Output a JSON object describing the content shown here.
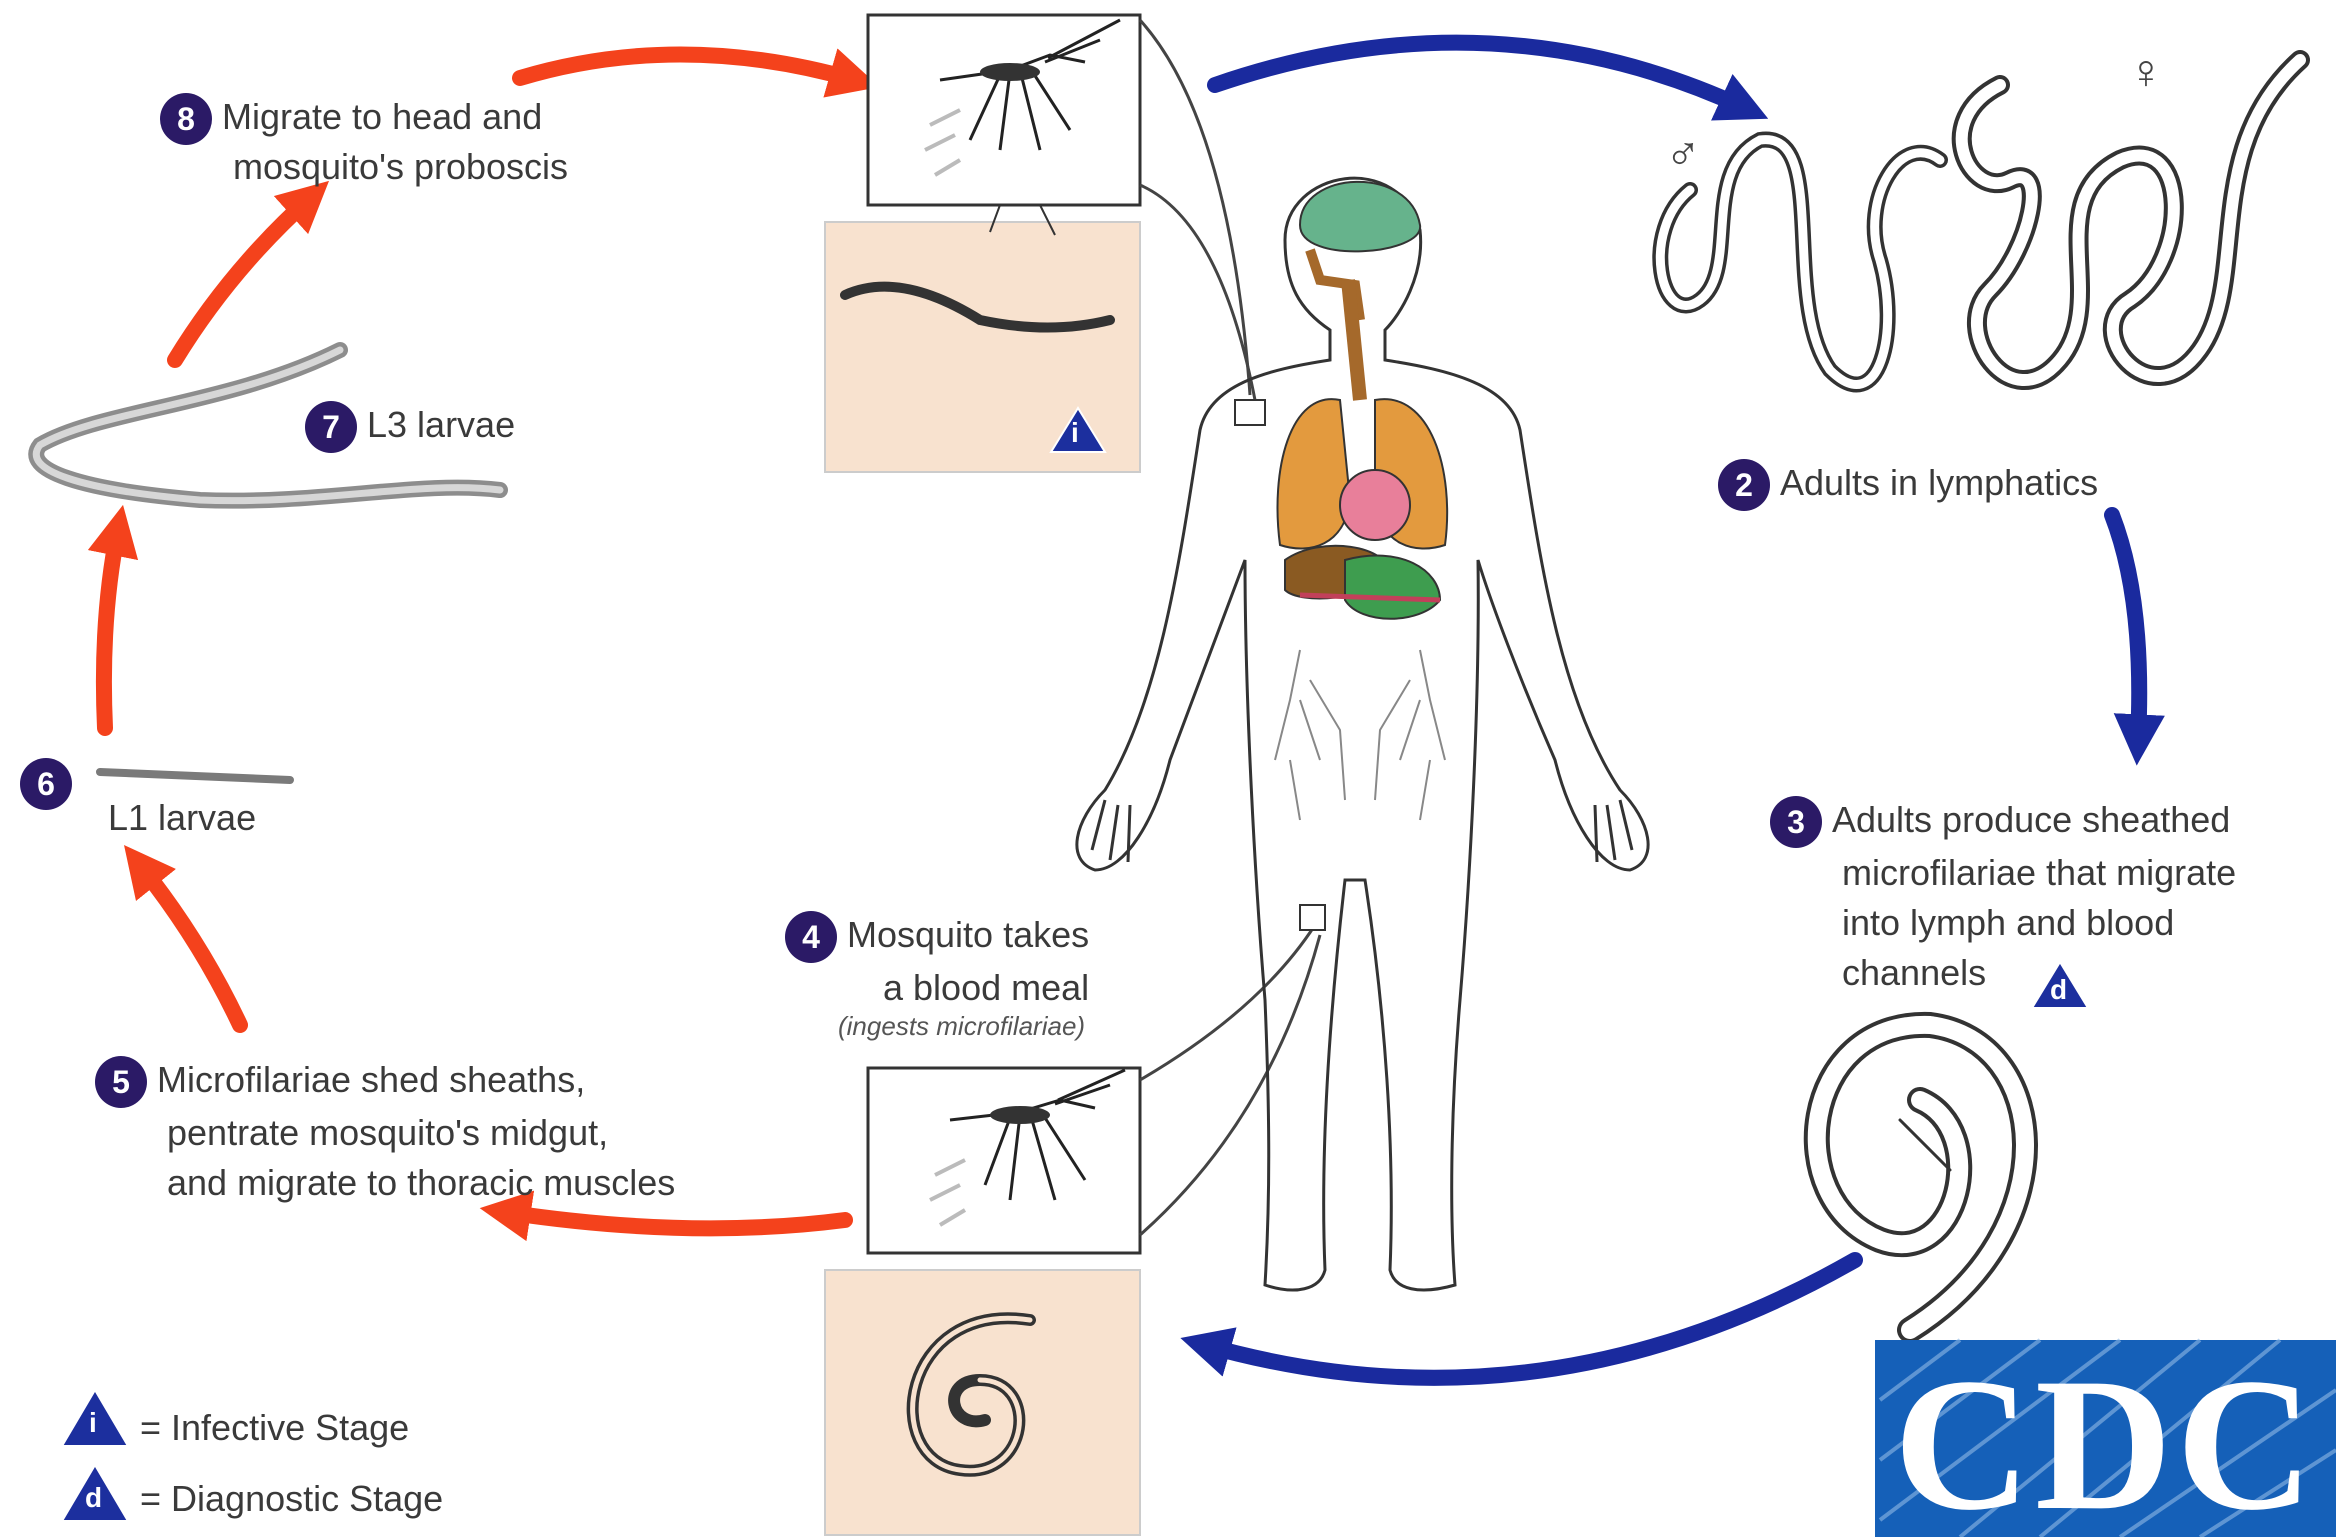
{
  "colors": {
    "red_arrow": "#f4421c",
    "blue_arrow": "#1a2a9e",
    "step_badge": "#2b1a66",
    "inset_bg": "#f8e2cf",
    "cdc_blue": "#1560b8",
    "brain": "#66b38c",
    "lungs": "#e39a3e",
    "heart": "#e87f9a",
    "liver": "#8a5a22",
    "intestine": "#3e9d4f"
  },
  "steps": [
    {
      "n": "2",
      "text": "Adults in lymphatics"
    },
    {
      "n": "3",
      "lines": [
        "Adults produce sheathed",
        "microfilariae that migrate",
        "into lymph and blood",
        "channels"
      ]
    },
    {
      "n": "4",
      "lines": [
        "Mosquito takes",
        "a blood meal"
      ],
      "sub": "(ingests microfilariae)"
    },
    {
      "n": "5",
      "lines": [
        "Microfilariae shed sheaths,",
        "pentrate mosquito's midgut,",
        "and migrate to thoracic muscles"
      ]
    },
    {
      "n": "6",
      "text": "L1 larvae"
    },
    {
      "n": "7",
      "text": "L3 larvae"
    },
    {
      "n": "8",
      "lines": [
        "Migrate to head and",
        "mosquito's proboscis"
      ]
    }
  ],
  "markers": {
    "infective": "i",
    "diagnostic": "d",
    "male": "♂",
    "female": "♀"
  },
  "legend": {
    "infective": "= Infective Stage",
    "diagnostic": "= Diagnostic Stage"
  },
  "logo": {
    "text": "CDC"
  }
}
